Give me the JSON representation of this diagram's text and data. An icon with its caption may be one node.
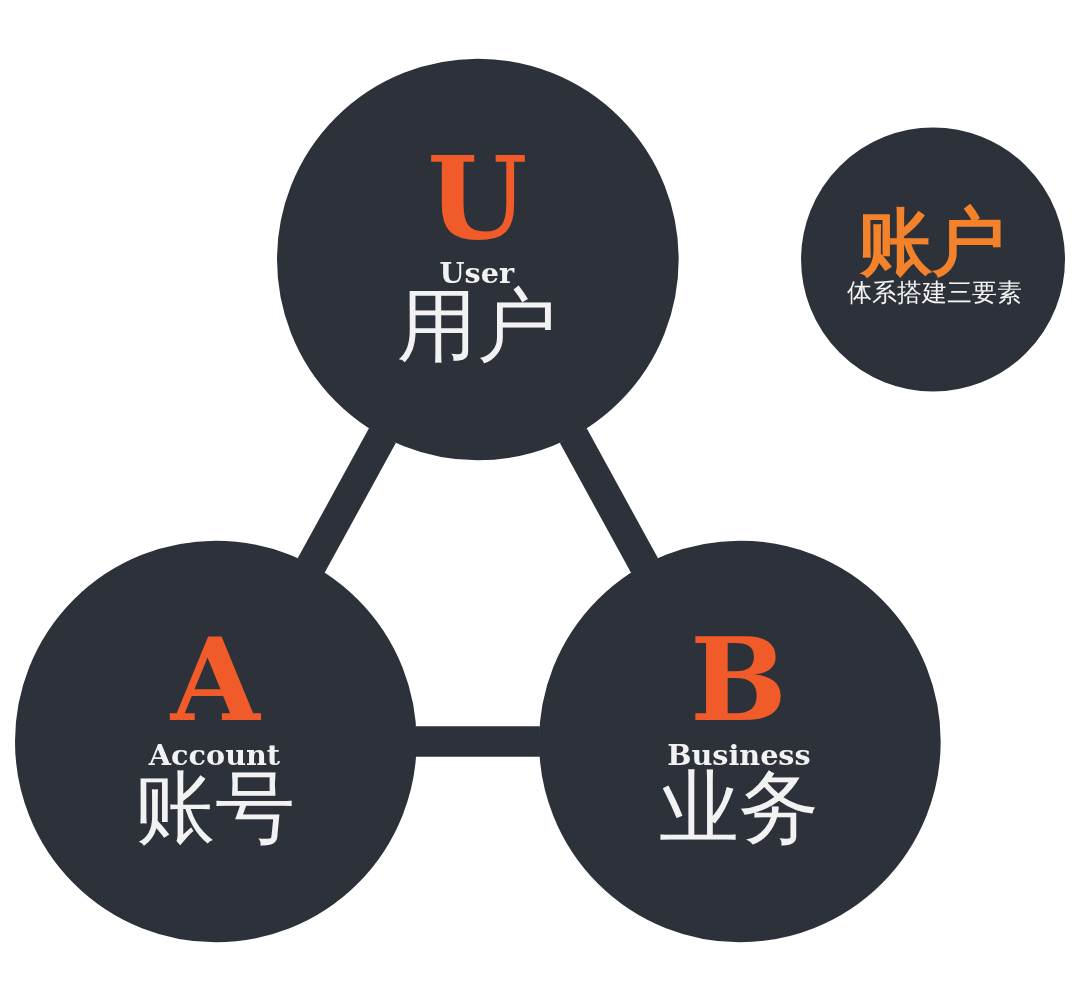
{
  "diagram": {
    "nodes": [
      {
        "text": [
          "U",
          "User",
          "用户"
        ]
      },
      {
        "text": [
          "账户",
          "体系搭建三要素"
        ]
      },
      {
        "text": [
          "A",
          "Account",
          "账号"
        ]
      },
      {
        "text": [
          "B",
          "Business",
          "业务"
        ]
      }
    ],
    "edges": [
      {
        "from": 0,
        "to": 2,
        "arrow": "none"
      },
      {
        "from": 0,
        "to": 3,
        "arrow": "none"
      },
      {
        "from": 2,
        "to": 3,
        "arrow": "none"
      }
    ]
  }
}
